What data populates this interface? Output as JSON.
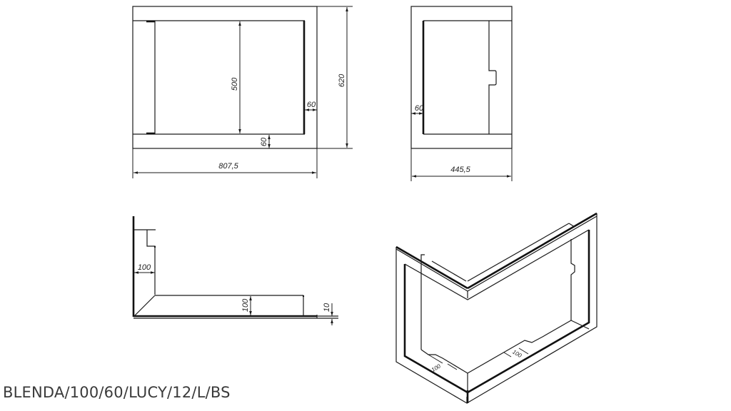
{
  "product": {
    "code": "BLENDA/100/60/LUCY/12/L/BS"
  },
  "views": {
    "front": {
      "dimensions": {
        "total_width": "807,5",
        "total_height": "620",
        "inner_height": "500",
        "side_frame": "60",
        "bottom_frame": "60"
      }
    },
    "side": {
      "dimensions": {
        "total_width": "445,5",
        "frame": "60"
      }
    },
    "top": {
      "dimensions": {
        "side_depth": "100",
        "front_depth": "100",
        "thickness": "10"
      }
    },
    "isometric": {
      "dimensions": {
        "left_depth": "100",
        "right_depth": "100"
      }
    }
  },
  "colors": {
    "line": "#1a1a1a",
    "background": "#ffffff",
    "caption": "#3a3a3a"
  }
}
